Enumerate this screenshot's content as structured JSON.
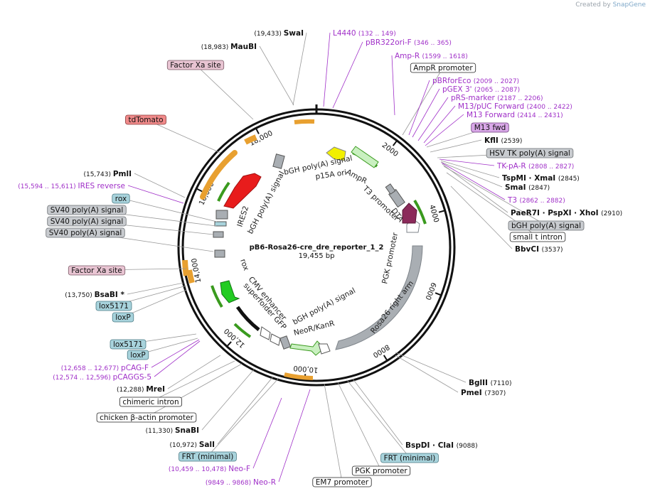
{
  "credit": {
    "created_by": "Created by",
    "brand": "SnapGene"
  },
  "plasmid": {
    "name": "pB6-Rosa26-cre_dre_reporter_1_2",
    "size": "19,455 bp",
    "total_bp": 19455
  },
  "colors": {
    "enzyme": "#000000",
    "primer": "#a030c8",
    "leader": "#8a8a8a",
    "feature_green": "#2e8b1a",
    "feature_orange": "#e8a030",
    "feature_gray": "#a9aeb3",
    "bgh_box": "#d0d3d6",
    "sv40_box": "#c8cbcf",
    "lox_box": "#a8d3dc",
    "factor_xa_box": "#e8c4d2",
    "tdtomato_box": "#f08a8a",
    "m13fwd_box": "#d9a8e8"
  },
  "ticks": [
    {
      "label": "2000",
      "bp": 2000
    },
    {
      "label": "4000",
      "bp": 4000
    },
    {
      "label": "6000",
      "bp": 6000
    },
    {
      "label": "8000",
      "bp": 8000
    },
    {
      "label": "10,000",
      "bp": 10000
    },
    {
      "label": "12,000",
      "bp": 12000
    },
    {
      "label": "14,000",
      "bp": 14000
    },
    {
      "label": "16,000",
      "bp": 16000
    },
    {
      "label": "18,000",
      "bp": 18000
    }
  ],
  "inner_labels": [
    {
      "name": "label-bgh-polya-top",
      "text": "bGH poly(A) signal"
    },
    {
      "name": "label-p15a-ori",
      "text": "p15A ori"
    },
    {
      "name": "label-ampr",
      "text": "AmpR"
    },
    {
      "name": "label-t3-promoter",
      "text": "T3 promoter"
    },
    {
      "name": "label-dta",
      "text": "DTA"
    },
    {
      "name": "label-pgk-promoter",
      "text": "PGK promoter"
    },
    {
      "name": "label-rosa26-right-arm",
      "text": "Rosa26 right arm"
    },
    {
      "name": "label-ires2",
      "text": "IRES2"
    },
    {
      "name": "label-bgh-polya-left",
      "text": "bGH poly(A) signal"
    },
    {
      "name": "label-rox",
      "text": "rox"
    },
    {
      "name": "label-cmv-enhancer",
      "text": "CMV enhancer"
    },
    {
      "name": "label-superfolder-gfp",
      "text": "superfolder GFP"
    },
    {
      "name": "label-bgh-polya-bottom",
      "text": "bGH poly(A) signal"
    },
    {
      "name": "label-neor-kanr",
      "text": "NeoR/KanR"
    }
  ],
  "outer_labels": [
    {
      "name": "swai",
      "pos": "(19,433)",
      "text": "SwaI",
      "kind": "enzyme"
    },
    {
      "name": "maubi",
      "pos": "(18,983)",
      "text": "MauBI",
      "kind": "enzyme"
    },
    {
      "name": "factor-xa-top",
      "text": "Factor Xa site",
      "kind": "factor"
    },
    {
      "name": "tdtomato",
      "text": "tdTomato",
      "kind": "tdtomato"
    },
    {
      "name": "pmli",
      "pos": "(15,743)",
      "text": "PmlI",
      "kind": "enzyme"
    },
    {
      "name": "ires-reverse",
      "pos": "(15,594 .. 15,611)",
      "text": "IRES reverse",
      "kind": "primer"
    },
    {
      "name": "rox-box",
      "text": "rox",
      "kind": "lox"
    },
    {
      "name": "sv40-1",
      "text": "SV40 poly(A) signal",
      "kind": "sv40"
    },
    {
      "name": "sv40-2",
      "text": "SV40 poly(A) signal",
      "kind": "sv40"
    },
    {
      "name": "sv40-3",
      "text": "SV40 poly(A) signal",
      "kind": "sv40"
    },
    {
      "name": "factor-xa-bottom",
      "text": "Factor Xa site",
      "kind": "factor"
    },
    {
      "name": "bsabi",
      "pos": "(13,750)",
      "text": "BsaBI *",
      "kind": "enzyme"
    },
    {
      "name": "lox5171-top",
      "text": "lox5171",
      "kind": "lox"
    },
    {
      "name": "loxp-top",
      "text": "loxP",
      "kind": "lox"
    },
    {
      "name": "lox5171-bottom",
      "text": "lox5171",
      "kind": "lox"
    },
    {
      "name": "loxp-bottom",
      "text": "loxP",
      "kind": "lox"
    },
    {
      "name": "pcag-f",
      "pos": "(12,658 .. 12,677)",
      "text": "pCAG-F",
      "kind": "primer"
    },
    {
      "name": "pcaggs-5",
      "pos": "(12,574 .. 12,596)",
      "text": "pCAGGS-5",
      "kind": "primer"
    },
    {
      "name": "mrei",
      "pos": "(12,288)",
      "text": "MreI",
      "kind": "enzyme"
    },
    {
      "name": "chimeric-intron",
      "text": "chimeric intron",
      "kind": "white"
    },
    {
      "name": "chicken-actin",
      "text": "chicken β-actin promoter",
      "kind": "white"
    },
    {
      "name": "snabi",
      "pos": "(11,330)",
      "text": "SnaBI",
      "kind": "enzyme"
    },
    {
      "name": "sali",
      "pos": "(10,972)",
      "text": "SalI",
      "kind": "enzyme"
    },
    {
      "name": "frt-left",
      "text": "FRT (minimal)",
      "kind": "lox"
    },
    {
      "name": "neo-f",
      "pos": "(10,459 .. 10,478)",
      "text": "Neo-F",
      "kind": "primer"
    },
    {
      "name": "neo-r",
      "pos": "(9849 .. 9868)",
      "text": "Neo-R",
      "kind": "primer"
    },
    {
      "name": "em7-promoter",
      "text": "EM7 promoter",
      "kind": "white"
    },
    {
      "name": "pgk-promoter-bottom",
      "text": "PGK promoter",
      "kind": "white"
    },
    {
      "name": "frt-right",
      "text": "FRT (minimal)",
      "kind": "lox"
    },
    {
      "name": "bspdi-clai",
      "pos": "(9088)",
      "text": "BspDI · ClaI",
      "kind": "enzyme"
    },
    {
      "name": "pmei",
      "pos": "(7307)",
      "text": "PmeI",
      "kind": "enzyme"
    },
    {
      "name": "bglii",
      "pos": "(7110)",
      "text": "BglII",
      "kind": "enzyme"
    },
    {
      "name": "l4440",
      "pos": "(132 .. 149)",
      "text": "L4440",
      "kind": "primer"
    },
    {
      "name": "pbr322ori-f",
      "pos": "(346 .. 365)",
      "text": "pBR322ori-F",
      "kind": "primer"
    },
    {
      "name": "amp-r",
      "pos": "(1599 .. 1618)",
      "text": "Amp-R",
      "kind": "primer"
    },
    {
      "name": "ampr-promoter",
      "text": "AmpR promoter",
      "kind": "white"
    },
    {
      "name": "pbrforeco",
      "pos": "(2009 .. 2027)",
      "text": "pBRforEco",
      "kind": "primer"
    },
    {
      "name": "pgex-3",
      "pos": "(2065 .. 2087)",
      "text": "pGEX 3'",
      "kind": "primer"
    },
    {
      "name": "prs-marker",
      "pos": "(2187 .. 2206)",
      "text": "pRS-marker",
      "kind": "primer"
    },
    {
      "name": "m13-puc-forward",
      "pos": "(2400 .. 2422)",
      "text": "M13/pUC Forward",
      "kind": "primer"
    },
    {
      "name": "m13-forward",
      "pos": "(2414 .. 2431)",
      "text": "M13 Forward",
      "kind": "primer"
    },
    {
      "name": "m13-fwd",
      "text": "M13 fwd",
      "kind": "m13fwd"
    },
    {
      "name": "kfli",
      "pos": "(2539)",
      "text": "KflI",
      "kind": "enzyme"
    },
    {
      "name": "hsv-tk-polya",
      "text": "HSV TK poly(A) signal",
      "kind": "sv40"
    },
    {
      "name": "tk-pa-r",
      "pos": "(2808 .. 2827)",
      "text": "TK-pA-R",
      "kind": "primer"
    },
    {
      "name": "tspmi-xmai",
      "pos": "(2845)",
      "text": "TspMI · XmaI",
      "kind": "enzyme"
    },
    {
      "name": "smai",
      "pos": "(2847)",
      "text": "SmaI",
      "kind": "enzyme"
    },
    {
      "name": "t3",
      "pos": "(2862 .. 2882)",
      "text": "T3",
      "kind": "primer"
    },
    {
      "name": "paer7i-pspxi-xhoi",
      "pos": "(2910)",
      "text": "PaeR7I · PspXI · XhoI",
      "kind": "enzyme"
    },
    {
      "name": "bgh-polya-right",
      "text": "bGH poly(A) signal",
      "kind": "sv40"
    },
    {
      "name": "small-t-intron",
      "text": "small t intron",
      "kind": "white"
    },
    {
      "name": "bbvci",
      "pos": "(3537)",
      "text": "BbvCI",
      "kind": "enzyme"
    }
  ]
}
